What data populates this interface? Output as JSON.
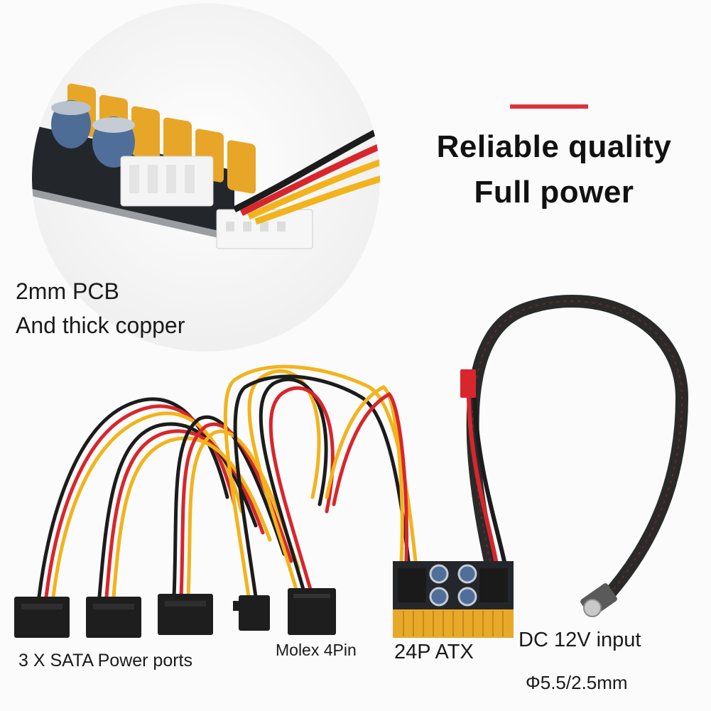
{
  "headline": {
    "line1": "Reliable quality",
    "line2": "Full power",
    "accent_color": "#e0323c"
  },
  "pcb_caption": {
    "line1": "2mm PCB",
    "line2": "And thick copper"
  },
  "labels": {
    "sata": "3 X SATA Power ports",
    "molex": "Molex 4Pin",
    "atx": "24P ATX",
    "dc_input": "DC 12V input",
    "dc_size": "Φ5.5/2.5mm"
  },
  "colors": {
    "wire_red": "#d8262c",
    "wire_yellow": "#f2b31c",
    "wire_black": "#1c1c1c",
    "connector": "#1e1e1e",
    "atx_pins": "#e7a92a",
    "pcb": "#262a2e",
    "capacitor": "#4f6f9a",
    "sleeve": "#2a2a2a"
  },
  "icons": {
    "pcb_closeup": "pcb-closeup-photo",
    "cable_set": "power-cable-photo"
  }
}
